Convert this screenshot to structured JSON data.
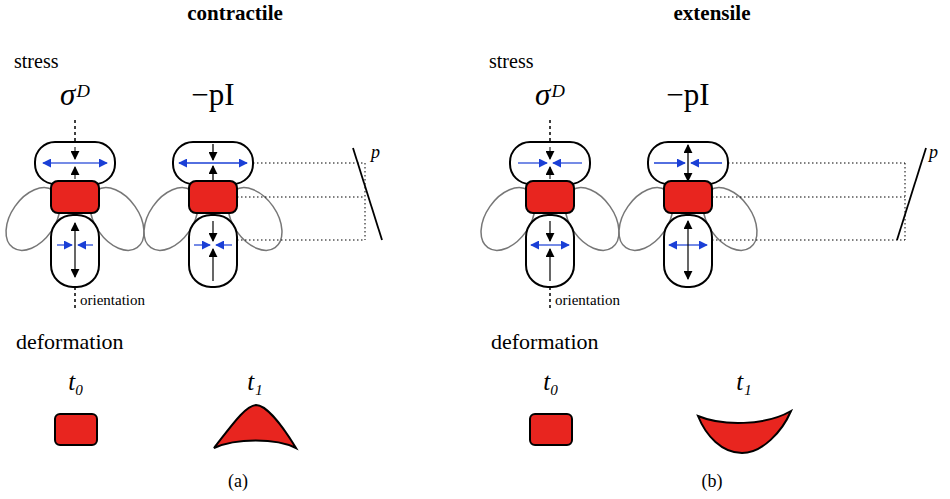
{
  "diagram": {
    "labels": [
      "contractile",
      "stress",
      "σᴰ",
      "−pI",
      "p",
      "orientation",
      "deformation",
      "t₀",
      "t₁",
      "(a)",
      "extensile",
      "stress",
      "σᴰ",
      "−pI",
      "p",
      "orientation",
      "deformation",
      "t₀",
      "t₁",
      "(b)"
    ]
  }
}
